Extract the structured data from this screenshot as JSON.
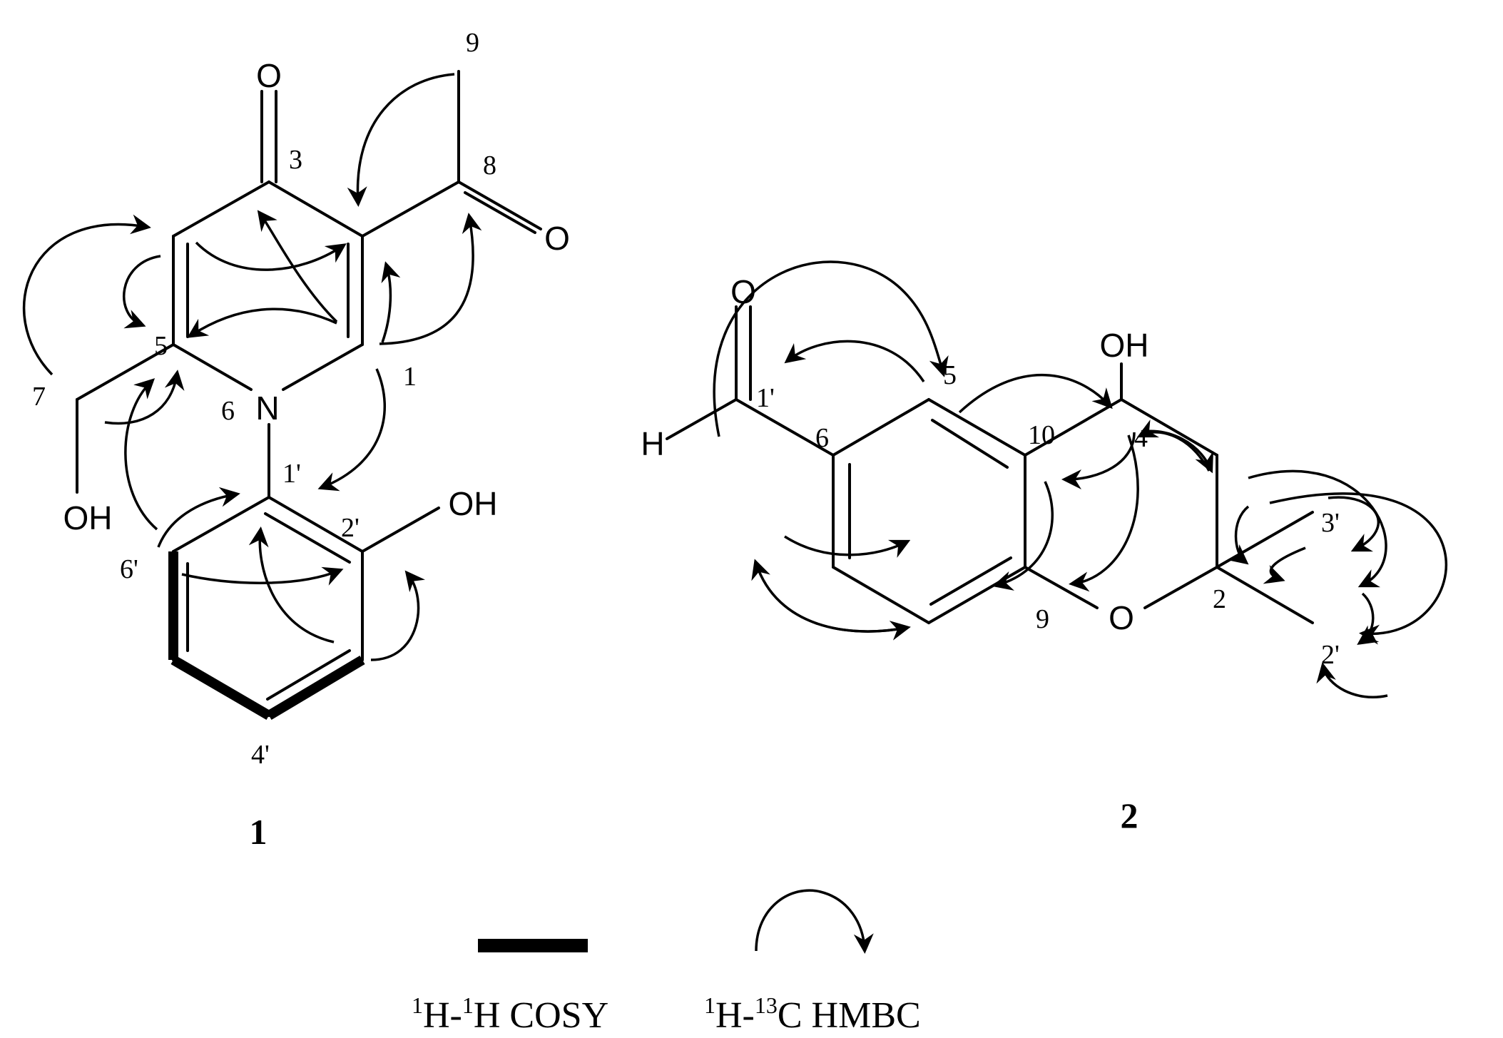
{
  "compound1": {
    "label": "1",
    "atoms": {
      "O_carbonyl": "O",
      "O_acetyl": "O",
      "N": "N",
      "OH_7": "OH",
      "OH_2p": "OH"
    },
    "numbers": {
      "n1": "1",
      "n3": "3",
      "n5": "5",
      "n6": "6",
      "n7": "7",
      "n8": "8",
      "n9": "9",
      "n1p": "1'",
      "n2p": "2'",
      "n4p": "4'",
      "n6p": "6'"
    }
  },
  "compound2": {
    "label": "2",
    "atoms": {
      "O_ald": "O",
      "H_ald": "H",
      "OH_4": "OH",
      "O_ring": "O"
    },
    "numbers": {
      "n1p": "1'",
      "n2": "2",
      "n2p": "2'",
      "n3p": "3'",
      "n4": "4",
      "n5": "5",
      "n6": "6",
      "n9": "9",
      "n10": "10"
    }
  },
  "legend": {
    "cosy": {
      "sup1": "1",
      "h1": "H-",
      "sup2": "1",
      "h2": "H COSY"
    },
    "hmbc": {
      "sup1": "1",
      "h1": "H-",
      "sup2": "13",
      "c": "C HMBC"
    }
  },
  "colors": {
    "ink": "#000000",
    "background": "#ffffff"
  }
}
